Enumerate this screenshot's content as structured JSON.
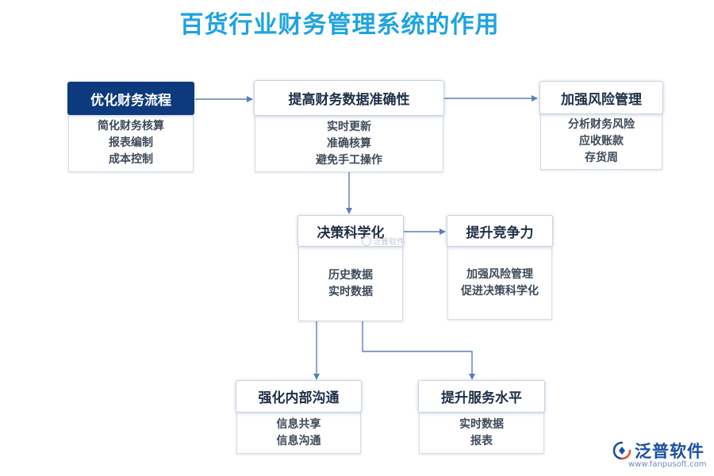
{
  "title": "百货行业财务管理系统的作用",
  "nodes": {
    "optimize": {
      "label": "优化财务流程",
      "items": [
        "简化财务核算",
        "报表编制",
        "成本控制"
      ]
    },
    "accuracy": {
      "label": "提高财务数据准确性",
      "items": [
        "实时更新",
        "准确核算",
        "避免手工操作"
      ]
    },
    "risk": {
      "label": "加强风险管理",
      "items": [
        "分析财务风险",
        "应收账款",
        "存货周"
      ]
    },
    "decision": {
      "label": "决策科学化",
      "items": [
        "历史数据",
        "实时数据"
      ]
    },
    "compete": {
      "label": "提升竞争力",
      "items": [
        "加强风险管理",
        "促进决策科学化"
      ]
    },
    "communication": {
      "label": "强化内部沟通",
      "items": [
        "信息共享",
        "信息沟通"
      ]
    },
    "service": {
      "label": "提升服务水平",
      "items": [
        "实时数据",
        "报表"
      ]
    }
  },
  "watermark": {
    "text": "泛普软件"
  },
  "logo": {
    "text": "泛普软件",
    "url": "www.fanpusoft.com",
    "icon": "fanpu-logo-icon"
  },
  "colors": {
    "title": "#1FA3E0",
    "primary_node": "#0D3A7E",
    "connector": "#5B7FB5",
    "node_text": "#1E2E48",
    "body_text": "#3E4A5A"
  }
}
